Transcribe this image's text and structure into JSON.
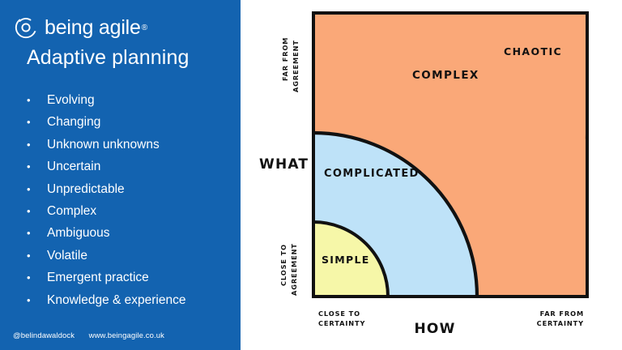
{
  "sidebar": {
    "brand": {
      "logo_icon": "being-agile-circle-icon",
      "name": "being agile",
      "registered_mark": "®"
    },
    "title": "Adaptive planning",
    "bullet_glyph": "•",
    "bullets": [
      {
        "label": "Evolving"
      },
      {
        "label": "Changing"
      },
      {
        "label": "Unknown unknowns"
      },
      {
        "label": "Uncertain"
      },
      {
        "label": "Unpredictable"
      },
      {
        "label": "Complex"
      },
      {
        "label": "Ambiguous"
      },
      {
        "label": "Volatile"
      },
      {
        "label": "Emergent practice"
      },
      {
        "label": "Knowledge & experience"
      }
    ],
    "footer": {
      "handle": "@belindawaldock",
      "website": "www.beingagile.co.uk"
    },
    "background_color": "#1363B0",
    "text_color": "#FFFFFF"
  },
  "chart_data": {
    "type": "heatmap",
    "title": "",
    "subtitle": "",
    "xlabel": "HOW",
    "ylabel": "WHAT",
    "x_tick_labels": [
      "CLOSE TO CERTAINTY",
      "FAR FROM CERTAINTY"
    ],
    "y_tick_labels": [
      "CLOSE TO AGREEMENT",
      "FAR FROM AGREEMENT"
    ],
    "xlim": [
      0,
      1
    ],
    "ylim": [
      0,
      1
    ],
    "grid": false,
    "legend": "none",
    "regions": [
      {
        "name": "SIMPLE",
        "color": "#F6F7A8",
        "shape": "quarter-circle",
        "origin": "bottom-left",
        "radius": 0.27,
        "label_x": 0.07,
        "label_y": 0.14
      },
      {
        "name": "COMPLICATED",
        "color": "#BEE2F8",
        "shape": "quarter-circle",
        "origin": "bottom-left",
        "radius": 0.6,
        "label_x": 0.07,
        "label_y": 0.57
      },
      {
        "name": "COMPLEX",
        "color": "#FAA878",
        "shape": "background",
        "origin": "full-plot",
        "radius": 1.0,
        "label_x": 0.2,
        "label_y": 0.79
      },
      {
        "name": "CHAOTIC",
        "color": "#F4665B",
        "shape": "quarter-circle",
        "origin": "top-right",
        "radius": 0.46,
        "label_x": 0.8,
        "label_y": 0.88
      }
    ],
    "frame_color": "#111111",
    "plot_background": "#FFFFFF"
  }
}
